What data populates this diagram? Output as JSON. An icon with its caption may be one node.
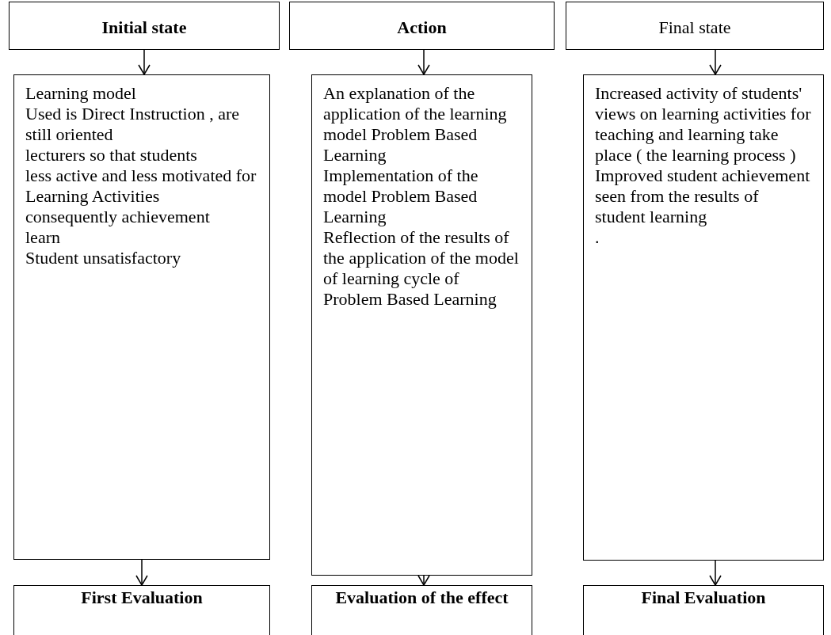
{
  "diagram": {
    "nodes": [
      {
        "text": [
          "Initial state"
        ]
      },
      {
        "text": [
          "Action"
        ]
      },
      {
        "text": [
          "Final state"
        ]
      },
      {
        "text": [
          "Learning model",
          "Used is Direct Instruction , are still oriented",
          "lecturers so that students",
          "less active and less motivated for",
          "Learning Activities",
          "consequently achievement",
          "learn",
          "Student unsatisfactory"
        ]
      },
      {
        "text": [
          "An explanation of the application of the learning model Problem Based Learning",
          "Implementation of the model Problem Based Learning",
          "Reflection of the results of the application of the model of learning cycle of Problem Based Learning"
        ]
      },
      {
        "text": [
          "Increased activity of students' views on learning activities for teaching and learning take place ( the learning process )",
          "Improved student achievement seen from the results of student learning",
          "."
        ]
      },
      {
        "text": [
          "First Evaluation"
        ]
      },
      {
        "text": [
          "Evaluation of the effect"
        ]
      },
      {
        "text": [
          "Final Evaluation"
        ]
      }
    ],
    "edges": [
      {
        "from": 0,
        "to": 3,
        "arrow": "to"
      },
      {
        "from": 1,
        "to": 4,
        "arrow": "to"
      },
      {
        "from": 2,
        "to": 5,
        "arrow": "to"
      },
      {
        "from": 3,
        "to": 6,
        "arrow": "to"
      },
      {
        "from": 4,
        "to": 7,
        "arrow": "to"
      },
      {
        "from": 5,
        "to": 8,
        "arrow": "to"
      }
    ]
  }
}
